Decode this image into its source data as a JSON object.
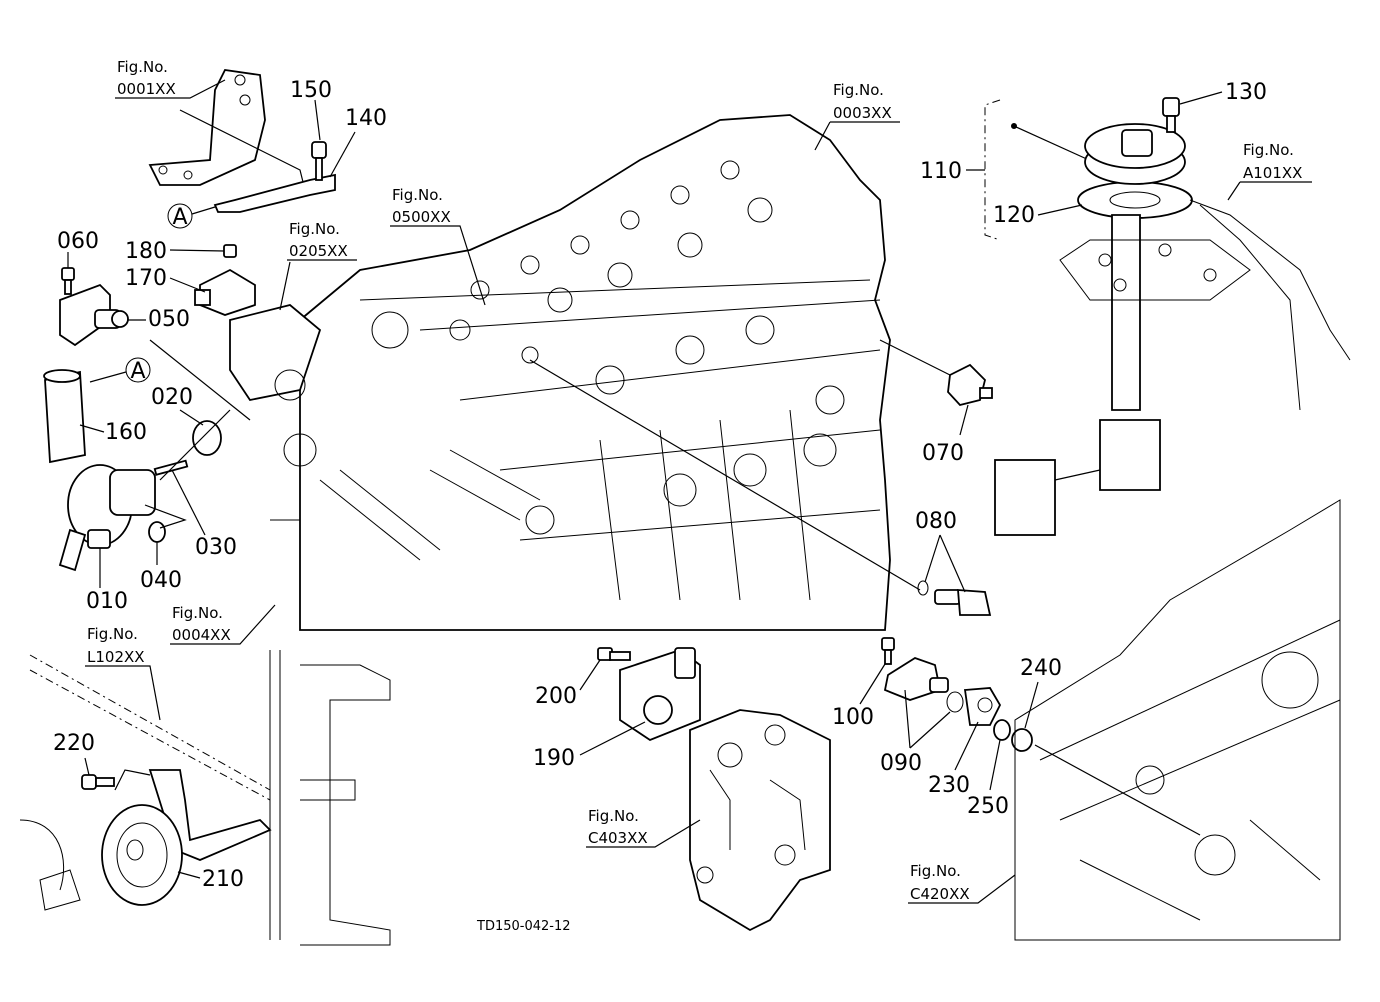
{
  "drawing_code": "TD150-042-12",
  "part_labels": {
    "p010": "010",
    "p020": "020",
    "p030": "030",
    "p040": "040",
    "p050": "050",
    "p060": "060",
    "p070": "070",
    "p080": "080",
    "p090": "090",
    "p100": "100",
    "p110": "110",
    "p120": "120",
    "p130": "130",
    "p140": "140",
    "p150": "150",
    "p160": "160",
    "p170": "170",
    "p180": "180",
    "p190": "190",
    "p200": "200",
    "p210": "210",
    "p220": "220",
    "p230": "230",
    "p240": "240",
    "p250": "250"
  },
  "callout_A": "A",
  "fig_prefix": "Fig.No.",
  "fig_refs": {
    "f0001": "0001XX",
    "f0003": "0003XX",
    "f0500": "0500XX",
    "f0205": "0205XX",
    "fA101": "A101XX",
    "f0004": "0004XX",
    "fL102": "L102XX",
    "fC403": "C403XX",
    "fC420": "C420XX"
  }
}
